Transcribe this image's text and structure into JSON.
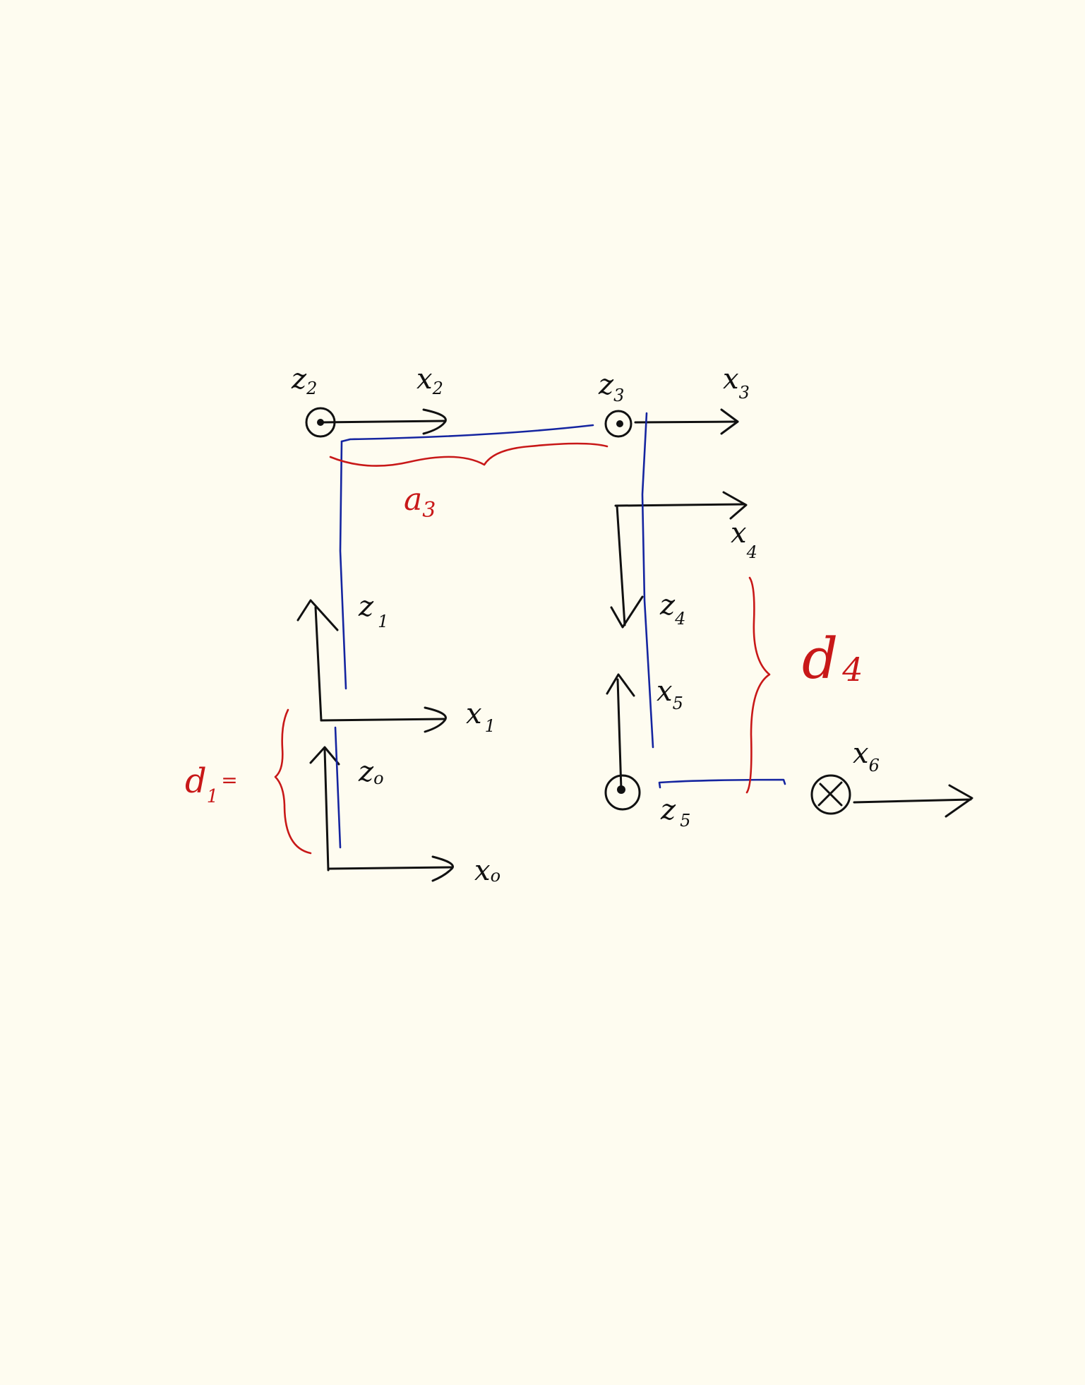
{
  "colors": {
    "background": "#fefcf0",
    "frame_ink": "#111111",
    "link_ink": "#1525a0",
    "dimension_ink": "#c81818"
  },
  "labels": {
    "z0": {
      "base": "z",
      "sub": "o"
    },
    "x0": {
      "base": "x",
      "sub": "o"
    },
    "z1": {
      "base": "z",
      "sub": "1"
    },
    "x1": {
      "base": "x",
      "sub": "1"
    },
    "z2": {
      "base": "z",
      "sub": "2"
    },
    "x2": {
      "base": "x",
      "sub": "2"
    },
    "z3": {
      "base": "z",
      "sub": "3"
    },
    "x3": {
      "base": "x",
      "sub": "3"
    },
    "z4": {
      "base": "z",
      "sub": "4"
    },
    "x4": {
      "base": "x",
      "sub": "4"
    },
    "z5": {
      "base": "z",
      "sub": "5"
    },
    "x5": {
      "base": "x",
      "sub": "5"
    },
    "x6": {
      "base": "x",
      "sub": "6"
    }
  },
  "dimensions": {
    "d1": {
      "base": "d",
      "sub": "1",
      "suffix": "="
    },
    "d4": {
      "base": "d",
      "sub": "4"
    },
    "a3": {
      "base": "a",
      "sub": "3"
    }
  },
  "axis_markers": {
    "out_of_page": "dot-in-circle",
    "into_page": "cross-in-circle"
  }
}
